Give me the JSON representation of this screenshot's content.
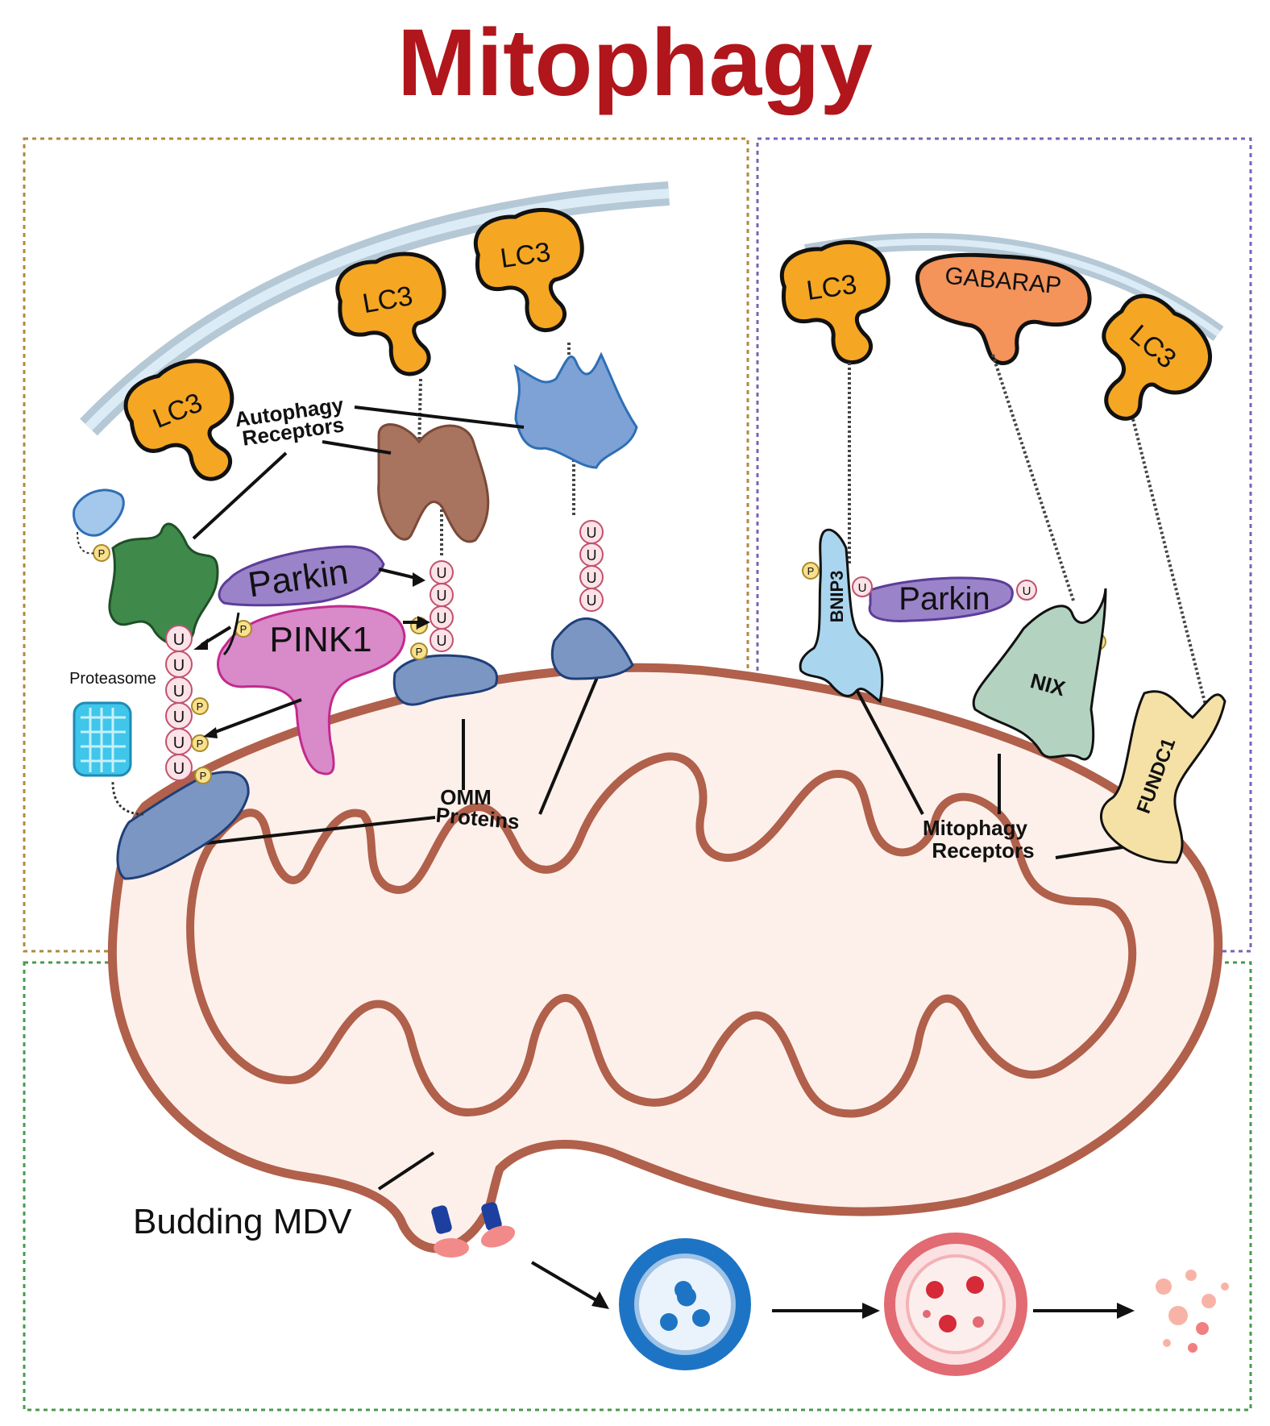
{
  "title": "Mitophagy",
  "labels": {
    "lc3": "LC3",
    "gabarap": "GABARAP",
    "parkin": "Parkin",
    "pink1": "PINK1",
    "autophagy_receptors_line1": "Autophagy",
    "autophagy_receptors_line2": "Receptors",
    "proteasome": "Proteasome",
    "omm_line1": "OMM",
    "omm_line2": "Proteins",
    "bnip3": "BNIP3",
    "nix": "NIX",
    "fundc1": "FUNDC1",
    "mitophagy_receptors_line1": "Mitophagy",
    "mitophagy_receptors_line2": "Receptors",
    "budding_mdv": "Budding MDV",
    "ubiquitin": "U",
    "phospho": "P"
  },
  "colors": {
    "title": "#b0161b",
    "lc3": "#f5a623",
    "gabarap": "#f4935a",
    "parkin": "#9b83c9",
    "pink1": "#d88ac9",
    "mito_outline": "#b0604b",
    "mito_fill": "#fdf0ea",
    "omm_protein": "#7b96c2",
    "ubiquitin_fill": "#fbe3e8",
    "phospho_fill": "#f8e08e",
    "bnip3": "#a9d5ef",
    "nix": "#b3d2c0",
    "fundc1": "#f5e1a5",
    "receptor_green": "#3f8a4a",
    "receptor_brown": "#a8735f",
    "receptor_blue": "#7ea2d6",
    "phagophore": "#b5c8d6",
    "lysosome_blue": "#1e74c4",
    "lysosome_red": "#e26a72",
    "panel_left": "#b08a3e",
    "panel_right": "#7b63b5",
    "panel_bottom": "#4a9a4a"
  },
  "icons": [
    "lc3-icon",
    "gabarap-icon",
    "parkin-icon",
    "pink1-icon",
    "ubiquitin-icon",
    "phospho-icon",
    "proteasome-icon",
    "mitochondrion-icon",
    "autophagosome-icon",
    "lysosome-icon"
  ]
}
